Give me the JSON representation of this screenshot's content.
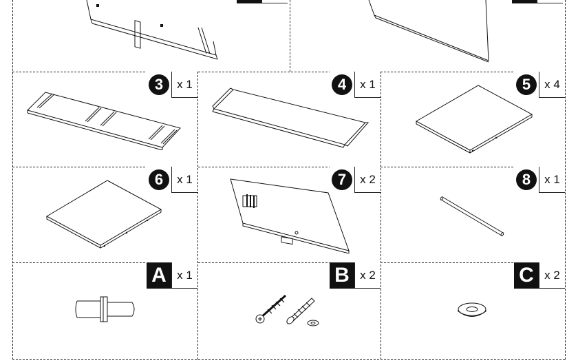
{
  "page": {
    "title": ""
  },
  "parts": [
    {
      "id": "3",
      "qty": "x 1",
      "kind": "numbered"
    },
    {
      "id": "4",
      "qty": "x 1",
      "kind": "numbered"
    },
    {
      "id": "5",
      "qty": "x 4",
      "kind": "numbered"
    },
    {
      "id": "6",
      "qty": "x 1",
      "kind": "numbered"
    },
    {
      "id": "7",
      "qty": "x 2",
      "kind": "numbered"
    },
    {
      "id": "8",
      "qty": "x 1",
      "kind": "numbered"
    },
    {
      "id": "A",
      "qty": "x 1",
      "kind": "letter"
    },
    {
      "id": "B",
      "qty": "x 2",
      "kind": "letter"
    },
    {
      "id": "C",
      "qty": "x 2",
      "kind": "letter"
    }
  ],
  "colors": {
    "ink": "#111111",
    "paper": "#ffffff"
  },
  "icons": [
    "panel-1-icon",
    "panel-2-icon",
    "panel-3-icon",
    "panel-4-icon",
    "shelf-5-icon",
    "shelf-6-icon",
    "back-panel-7-icon",
    "rod-8-icon",
    "shelf-pin-a-icon",
    "screw-anchor-b-icon",
    "washer-c-icon"
  ]
}
